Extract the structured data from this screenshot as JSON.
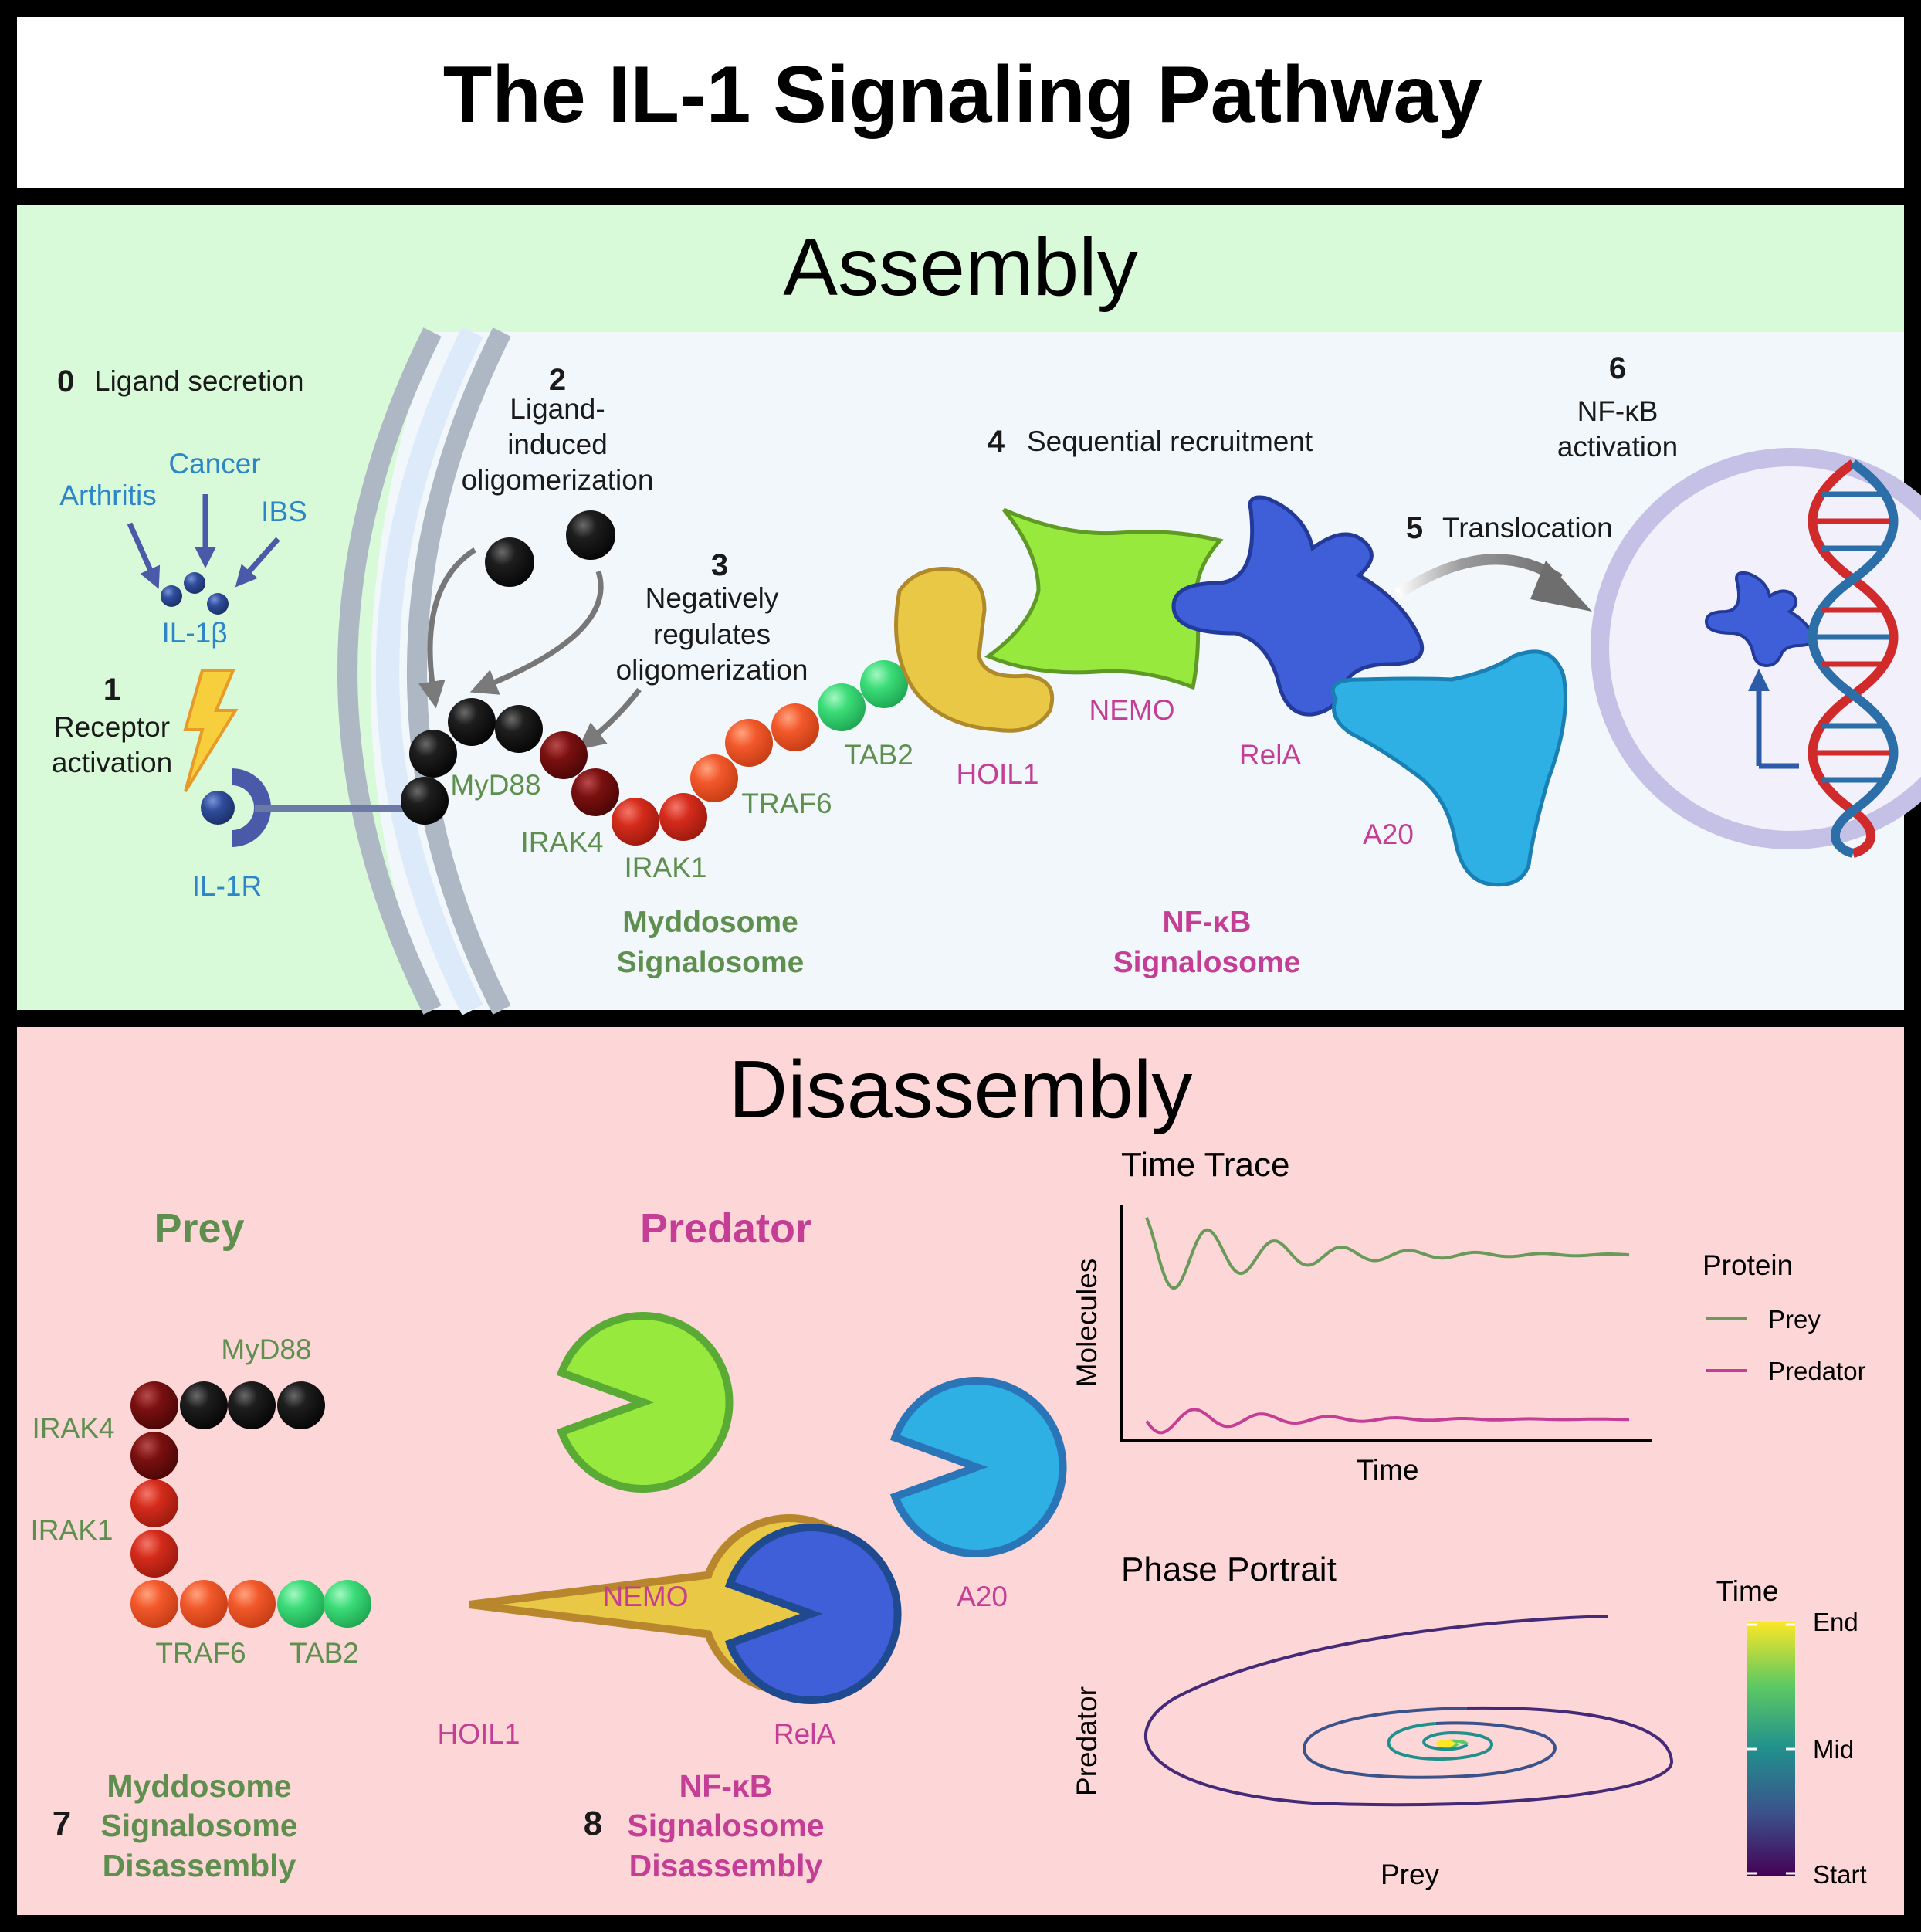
{
  "title": "The IL-1 Signaling Pathway",
  "assembly": {
    "heading": "Assembly",
    "step0": {
      "num": "0",
      "text": "Ligand secretion"
    },
    "diseases": {
      "cancer": "Cancer",
      "arthritis": "Arthritis",
      "ibs": "IBS"
    },
    "il1b": "IL-1β",
    "step1": {
      "num": "1",
      "line1": "Receptor",
      "line2": "activation"
    },
    "il1r": "IL-1R",
    "step2": {
      "num": "2",
      "line1": "Ligand-",
      "line2": "induced",
      "line3": "oligomerization"
    },
    "step3": {
      "num": "3",
      "line1": "Negatively",
      "line2": "regulates",
      "line3": "oligomerization"
    },
    "step4": {
      "num": "4",
      "text": "Sequential recruitment"
    },
    "step5": {
      "num": "5",
      "text": "Translocation"
    },
    "step6": {
      "num": "6",
      "line1": "NF-κB",
      "line2": "activation"
    },
    "labels": {
      "myd88": "MyD88",
      "irak4": "IRAK4",
      "irak1": "IRAK1",
      "traf6": "TRAF6",
      "tab2": "TAB2",
      "hoil1": "HOIL1",
      "nemo": "NEMO",
      "rela": "RelA",
      "a20": "A20"
    },
    "myddosome": {
      "line1": "Myddosome",
      "line2": "Signalosome"
    },
    "nfkb_signalosome": {
      "line1": "NF-κB",
      "line2": "Signalosome"
    }
  },
  "disassembly": {
    "heading": "Disassembly",
    "prey": "Prey",
    "predator": "Predator",
    "labels": {
      "myd88": "MyD88",
      "irak4": "IRAK4",
      "irak1": "IRAK1",
      "traf6": "TRAF6",
      "tab2": "TAB2",
      "hoil1": "HOIL1",
      "nemo": "NEMO",
      "rela": "RelA",
      "a20": "A20"
    },
    "step7": {
      "num": "7",
      "line1": "Myddosome",
      "line2": "Signalosome",
      "line3": "Disassembly"
    },
    "step8": {
      "num": "8",
      "line1": "NF-κB",
      "line2": "Signalosome",
      "line3": "Disassembly"
    }
  },
  "colors": {
    "assembly_bg": "#d9fad8",
    "disassembly_bg": "#fdd6d7",
    "cell_bg": "#f1f7fb",
    "prey_green": "#5f8f4e",
    "predator_magenta": "#c53e96",
    "blue_label": "#2e86c9",
    "irak4": "#7a1010",
    "irak1": "#d42b1b",
    "traf6": "#f2582b",
    "tab2": "#3bdc78",
    "hoil1": "#e8c845",
    "nemo": "#97ea3d",
    "rela": "#3f5fd8",
    "a20": "#2eb0e4"
  },
  "chart_data": [
    {
      "type": "line",
      "title": "Time Trace",
      "xlabel": "Time",
      "ylabel": "Molecules",
      "legend_title": "Protein",
      "legend_position": "right",
      "series": [
        {
          "name": "Prey",
          "color": "#6a9a5a"
        },
        {
          "name": "Predator",
          "color": "#c53e96"
        }
      ]
    },
    {
      "type": "line",
      "title": "Phase Portrait",
      "xlabel": "Prey",
      "ylabel": "Predator",
      "colorbar": {
        "title": "Time",
        "ticks": [
          "End",
          "Mid",
          "Start"
        ],
        "colors": [
          "#fde725",
          "#21908d",
          "#440154"
        ]
      }
    }
  ]
}
